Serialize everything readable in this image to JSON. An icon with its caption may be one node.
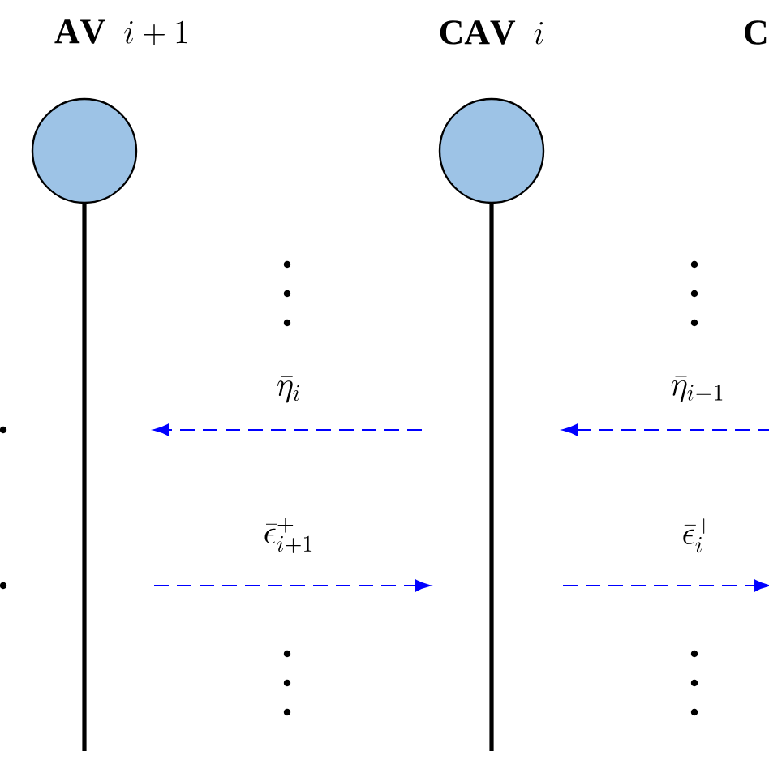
{
  "diagram": {
    "nodes": [
      {
        "text": [
          "\\mathbf{AV}\\ \\ i+1"
        ]
      },
      {
        "text": [
          "\\mathbf{CAV}\\ \\ i"
        ]
      }
    ],
    "labels": [
      "\\mathbf{C}",
      "\\bar{\\eta}_i",
      "\\bar{\\eta}_{i-1}",
      "\\bar{\\epsilon}_{i+1}^{+}",
      "\\bar{\\epsilon}_{i}^{+}"
    ]
  }
}
